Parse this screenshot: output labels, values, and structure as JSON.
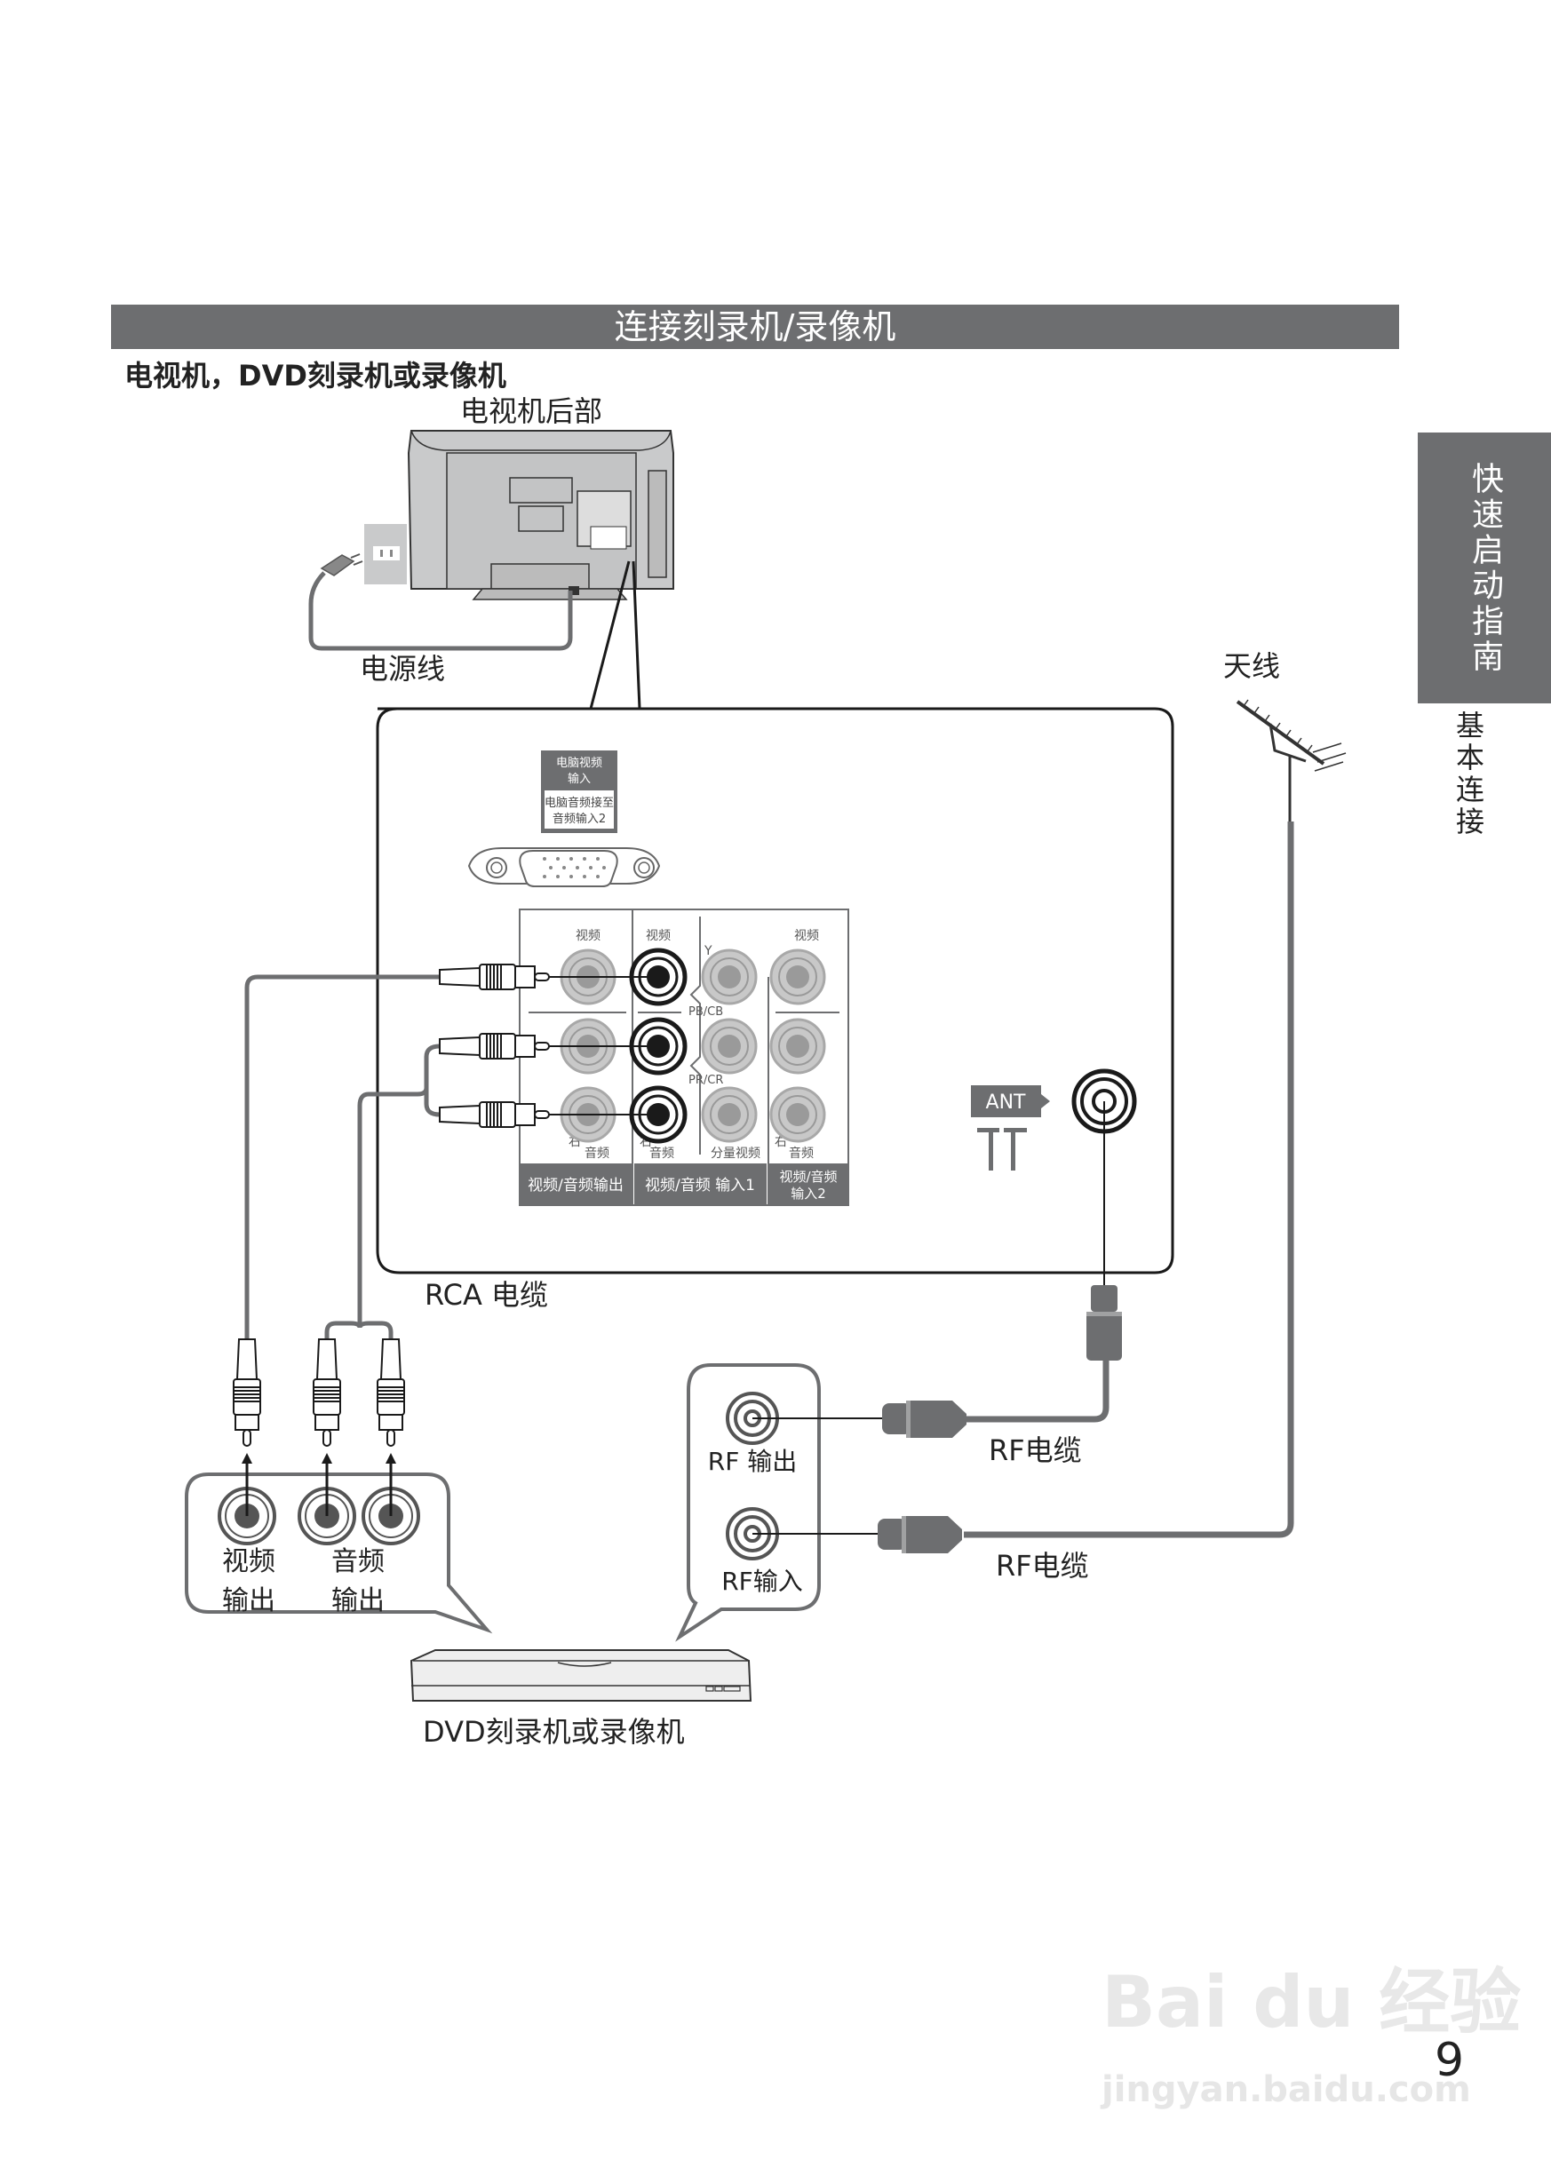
{
  "header": {
    "title": "连接刻录机/录像机",
    "subtitle": "电视机，DVD刻录机或录像机"
  },
  "side_tab": {
    "section": "快速启动指南",
    "subsection": "基本连接"
  },
  "labels": {
    "tv_rear": "电视机后部",
    "power_cord": "电源线",
    "antenna": "天线",
    "rca_cable": "RCA 电缆",
    "rf_cable_1": "RF电缆",
    "rf_cable_2": "RF电缆",
    "recorder": "DVD刻录机或录像机"
  },
  "tv_panel": {
    "pc_input": {
      "title_line1": "电脑视频",
      "title_line2": "输入",
      "note_line1": "电脑音频接至",
      "note_line2": "音频输入2"
    },
    "groups": [
      {
        "name": "视频/音频输出",
        "video_label": "视频",
        "right_label": "右",
        "audio_label": "音频"
      },
      {
        "name": "视频/音频 输入1",
        "video_label": "视频",
        "right_label": "右",
        "audio_label": "音频",
        "component_y": "Y",
        "component_pb": "PB/CB",
        "component_pr": "PR/CR",
        "component_label": "分量视频"
      },
      {
        "name_line1": "视频/音频",
        "name_line2": "输入2",
        "video_label": "视频",
        "right_label": "右",
        "audio_label": "音频"
      }
    ],
    "ant_label": "ANT"
  },
  "recorder_panel": {
    "av_out": {
      "video_line1": "视频",
      "video_line2": "输出",
      "audio_line1": "音频",
      "audio_line2": "输出"
    },
    "rf": {
      "out_label": "RF 输出",
      "in_label": "RF输入"
    }
  },
  "page": {
    "number": "9"
  },
  "watermark": {
    "brand": "Bai du 经验",
    "url": "jingyan.baidu.com"
  },
  "colors": {
    "header_gray": "#6d6e70",
    "cable_gray": "#6d6e70",
    "jack_gray": "#c8c8c8",
    "line_black": "#1a1a1a"
  }
}
